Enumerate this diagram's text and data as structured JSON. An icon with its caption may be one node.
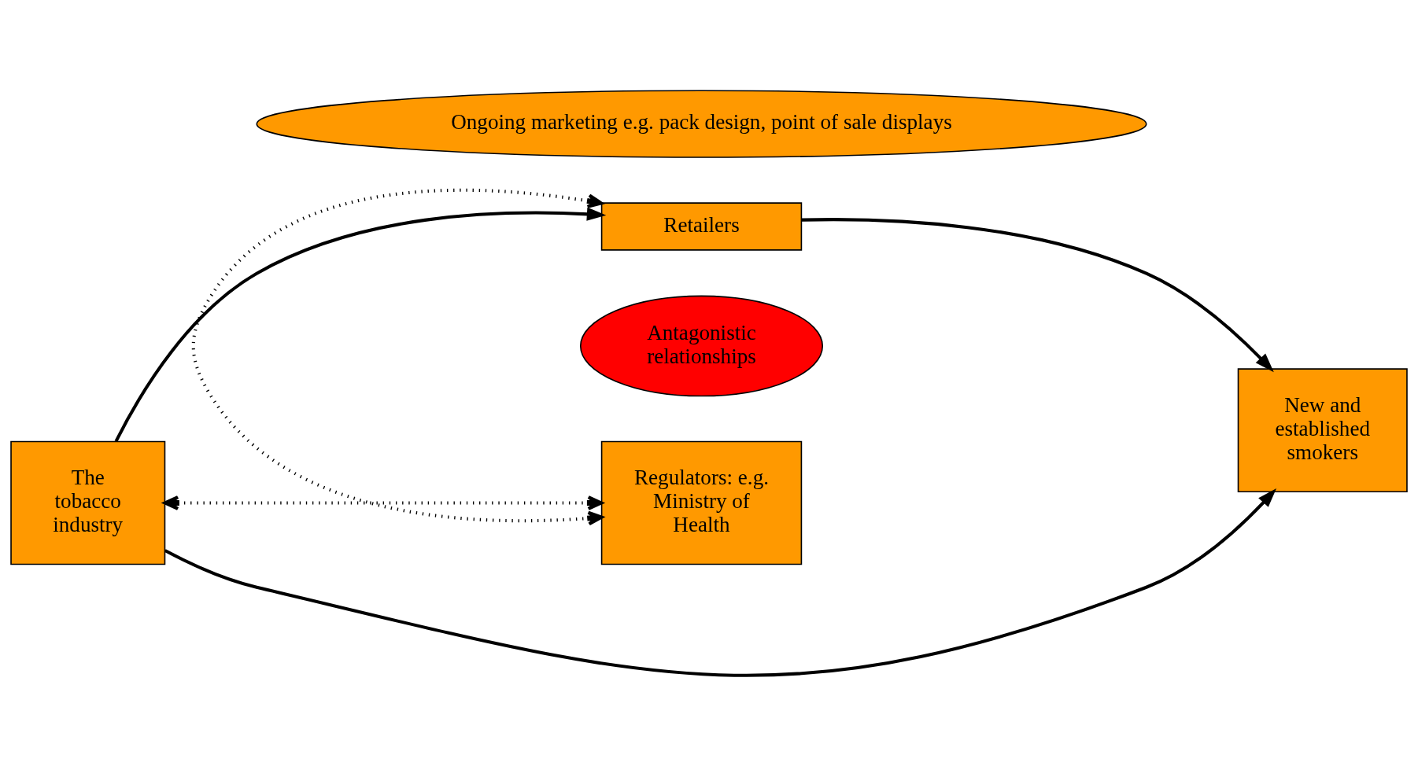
{
  "diagram": {
    "nodes": [
      {
        "text": [
          "Ongoing marketing e.g. pack design, point of sale displays"
        ]
      },
      {
        "text": [
          "The tobacco industry"
        ]
      },
      {
        "text": [
          "Retailers"
        ]
      },
      {
        "text": [
          "New and established smokers"
        ]
      },
      {
        "text": [
          "Antagonistic relationships"
        ]
      },
      {
        "text": [
          "Regulators: e.g. Ministry of Health"
        ]
      }
    ],
    "edges": [
      {
        "from": 1,
        "to": 3,
        "arrow": "to"
      },
      {
        "from": 1,
        "to": 2,
        "arrow": "to"
      },
      {
        "from": 2,
        "to": 3,
        "arrow": "to"
      },
      {
        "from": 1,
        "to": 5,
        "arrow": "both",
        "style": "dashed"
      },
      {
        "from": 2,
        "to": 5,
        "arrow": "both",
        "style": "dashed"
      }
    ]
  }
}
